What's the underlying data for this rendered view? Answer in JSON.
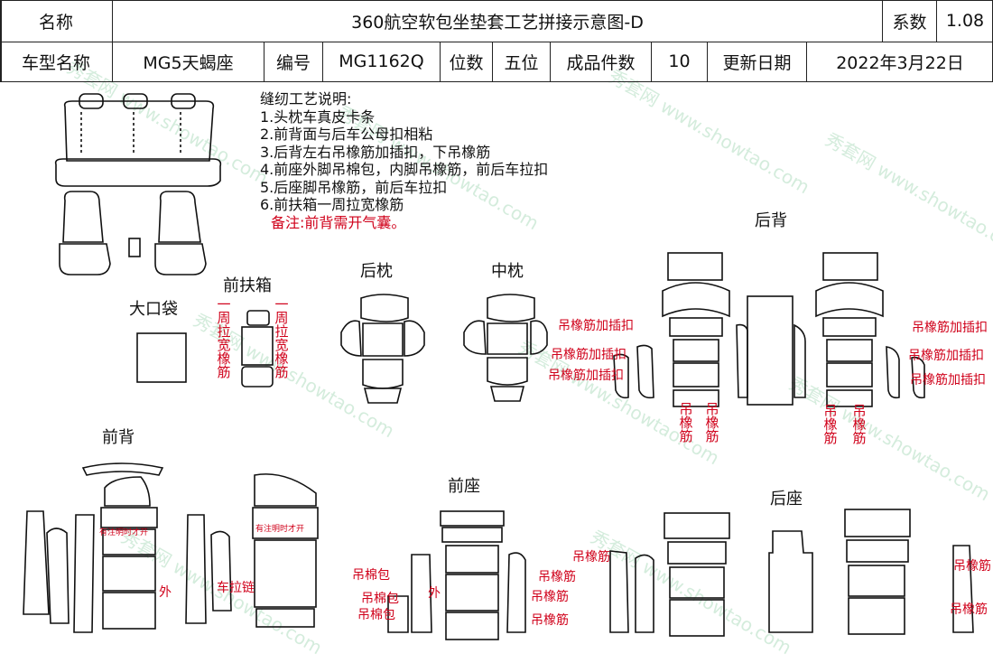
{
  "header": {
    "name_label": "名称",
    "title": "360航空软包坐垫套工艺拼接示意图-D",
    "coef_label": "系数",
    "coef_value": "1.08",
    "model_label": "车型名称",
    "model_value": "MG5天蝎座",
    "code_label": "编号",
    "code_value": "MG1162Q",
    "seats_label": "位数",
    "seats_value": "五位",
    "pieces_label": "成品件数",
    "pieces_value": "10",
    "date_label": "更新日期",
    "date_value": "2022年3月22日"
  },
  "notes": {
    "heading": "缝纫工艺说明:",
    "lines": [
      "1.头枕车真皮卡条",
      "2.前背面与后车公母扣相粘",
      "3.后背左右吊橡筋加插扣，下吊橡筋",
      "4.前座外脚吊棉包，内脚吊橡筋，前后车拉扣",
      "5.后座脚吊橡筋，前后车拉扣",
      "6.前扶箱一周拉宽橡筋"
    ],
    "remark": "备注:前背需开气囊。"
  },
  "sections": {
    "rear_back": "后背",
    "rear_headrest": "后枕",
    "mid_headrest": "中枕",
    "front_armrest": "前扶箱",
    "big_pocket": "大口袋",
    "front_back": "前背",
    "front_seat": "前座",
    "rear_seat": "后座"
  },
  "annotations": {
    "elastic_insert": "吊橡筋加插扣",
    "elastic": "吊橡筋",
    "elastic_short": "吊\n橡\n筋",
    "wide_elastic": "一\n周\n拉\n宽\n橡\n筋",
    "cotton_bag": "吊棉包",
    "outer": "外",
    "zipper": "车拉链",
    "airbag_open": "有注明时才开"
  },
  "watermark": "秀套网 www.showtao.com"
}
